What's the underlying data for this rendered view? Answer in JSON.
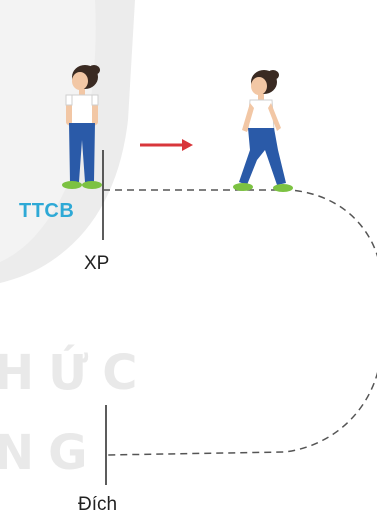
{
  "labels": {
    "start_position": "TTCB",
    "start_line": "XP",
    "finish_line": "Đích"
  },
  "watermark": {
    "line1": "HỨC",
    "line2": "NG"
  },
  "colors": {
    "start_position_text": "#2ea9d6",
    "label_text": "#222222",
    "arrow": "#d8363b",
    "dashed_path": "#555555",
    "watermark": "#e9e9e9",
    "shirt": "#ffffff",
    "trousers": "#2a5aa8",
    "shoes": "#7cc242",
    "hair": "#3a2a22",
    "skin": "#f2c7a5"
  },
  "icons": {
    "direction": "right-arrow-icon",
    "figure_ready": "standing-student-icon",
    "figure_walking": "walking-student-icon"
  }
}
